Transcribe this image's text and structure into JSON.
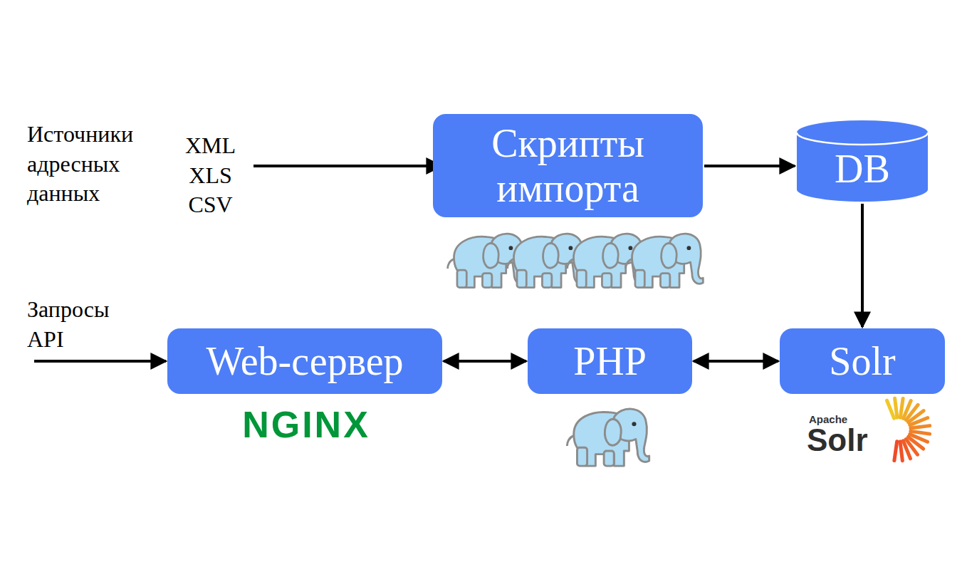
{
  "diagram": {
    "nodes": [
      {
        "text": [
          "Скрипты импорта"
        ]
      },
      {
        "text": [
          "DB"
        ]
      },
      {
        "text": [
          "Web-сервер"
        ]
      },
      {
        "text": [
          "PHP"
        ]
      },
      {
        "text": [
          "Solr"
        ]
      }
    ],
    "edges": [
      {
        "from": 0,
        "to": 1,
        "arrow": "to"
      },
      {
        "from": 1,
        "to": 4,
        "arrow": "to"
      },
      {
        "from": 2,
        "to": 3,
        "arrow": "both"
      },
      {
        "from": 3,
        "to": 4,
        "arrow": "both"
      }
    ],
    "labels": [
      "Источники адресных данных",
      "XML XLS CSV",
      "Запросы API",
      "NGINX",
      "Apache",
      "Solr"
    ]
  }
}
